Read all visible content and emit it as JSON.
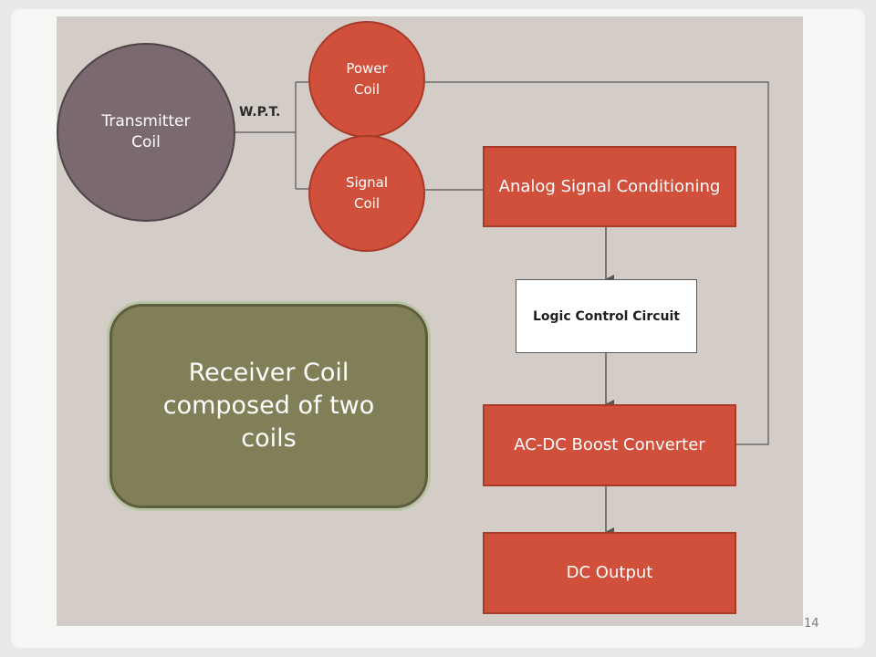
{
  "diagram": {
    "transmitter_coil": "Transmitter Coil",
    "wpt_label": "W.P.T.",
    "power_coil": "Power Coil",
    "signal_coil": "Signal Coil",
    "analog_signal_conditioning": "Analog Signal Conditioning",
    "logic_control_circuit": "Logic Control Circuit",
    "acdc_boost_converter": "AC-DC Boost Converter",
    "dc_output": "DC Output",
    "receiver_coil_note": "Receiver Coil composed of two coils"
  },
  "slide": {
    "page_number": "14"
  },
  "colors": {
    "block_fill": "#d0503c",
    "transmitter_fill": "#7a6a70",
    "note_fill": "#817f57",
    "diagram_background": "#d4cdc7"
  }
}
